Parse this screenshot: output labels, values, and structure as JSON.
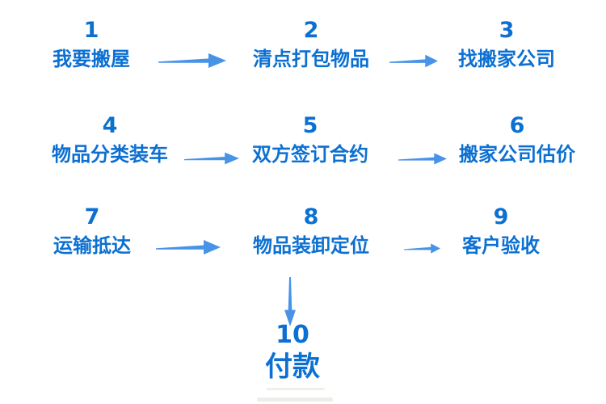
{
  "diagram": {
    "description": "moving-house process flowchart",
    "steps": [
      {
        "number": "1",
        "label": "我要搬屋"
      },
      {
        "number": "2",
        "label": "清点打包物品"
      },
      {
        "number": "3",
        "label": "找搬家公司"
      },
      {
        "number": "4",
        "label": "物品分类装车"
      },
      {
        "number": "5",
        "label": "双方签订合约"
      },
      {
        "number": "6",
        "label": "搬家公司估价"
      },
      {
        "number": "7",
        "label": "运输抵达"
      },
      {
        "number": "8",
        "label": "物品装卸定位"
      },
      {
        "number": "9",
        "label": "客户验收"
      },
      {
        "number": "10",
        "label": "付款"
      }
    ],
    "connections": [
      {
        "from": "1",
        "to": "2",
        "direction": "right"
      },
      {
        "from": "2",
        "to": "3",
        "direction": "right"
      },
      {
        "from": "4",
        "to": "5",
        "direction": "right"
      },
      {
        "from": "5",
        "to": "6",
        "direction": "right"
      },
      {
        "from": "7",
        "to": "8",
        "direction": "right"
      },
      {
        "from": "8",
        "to": "9",
        "direction": "right"
      },
      {
        "from": "8",
        "to": "10",
        "direction": "down"
      }
    ]
  },
  "colors": {
    "step_text": "#0C70D2",
    "arrow": "#4793E8",
    "background": "#ffffff"
  }
}
